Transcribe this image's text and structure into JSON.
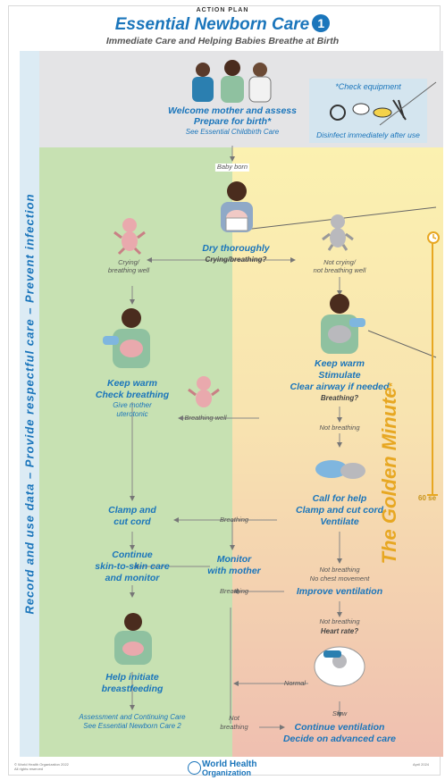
{
  "header": {
    "kicker": "ACTION PLAN",
    "title": "Essential Newborn Care",
    "number": "1",
    "subtitle": "Immediate Care and Helping Babies Breathe at Birth"
  },
  "side_banner": "Record and use data   –   Provide respectful care   –   Prevent infection",
  "equipment": {
    "title": "*Check equipment",
    "caption": "Disinfect immediately after use"
  },
  "steps": {
    "welcome": "Welcome mother and assess",
    "prepare": "Prepare for birth*",
    "childbirth_ref": "See Essential Childbirth Care",
    "baby_born": "Baby born",
    "dry": "Dry thoroughly",
    "crying_question": "Crying/breathing?",
    "crying_well_1": "Crying/",
    "crying_well_2": "breathing well",
    "not_crying_1": "Not crying/",
    "not_crying_2": "not breathing well",
    "keep_warm_left": "Keep warm",
    "check_breathing": "Check breathing",
    "give_mother_1": "Give mother",
    "give_mother_2": "uterotonic",
    "keep_warm_right": "Keep warm",
    "stimulate": "Stimulate",
    "clear_airway": "Clear airway if needed",
    "breathing_q": "Breathing?",
    "breathing_well": "Breathing well",
    "not_breathing_1": "Not breathing",
    "call_help": "Call for help",
    "clamp_cut_right": "Clamp and cut cord",
    "ventilate": "Ventilate",
    "breathing_1": "Breathing",
    "clamp_left_1": "Clamp and",
    "clamp_left_2": "cut cord",
    "monitor_1": "Monitor",
    "monitor_2": "with mother",
    "continue_skin_1": "Continue",
    "continue_skin_2": "skin-to-skin care",
    "continue_skin_3": "and monitor",
    "not_breathing_2": "Not breathing",
    "no_chest": "No chest movement",
    "breathing_2": "Breathing",
    "improve_vent": "Improve ventilation",
    "not_breathing_3": "Not breathing",
    "heart_rate": "Heart rate?",
    "help_1": "Help initiate",
    "help_2": "breastfeeding",
    "normal": "Normal",
    "slow": "Slow",
    "assess_1": "Assessment and Continuing Care",
    "assess_2": "See Essential Newborn Care 2",
    "not_breathing_4a": "Not",
    "not_breathing_4b": "breathing",
    "continue_vent": "Continue ventilation",
    "decide": "Decide on advanced care"
  },
  "golden_minute": "The Golden Minute",
  "golden_star": "*",
  "sixty_sec": "60 se",
  "footer": {
    "copyright_1": "© World Health Organization 2022",
    "copyright_2": "All rights reserved",
    "date": "April 2024",
    "org_1": "World Health",
    "org_2": "Organization"
  },
  "colors": {
    "blue": "#1a75bb",
    "green_zone": "#c7e1b2",
    "yellow_zone": "#fbf1b0",
    "red_zone": "#efbfb0",
    "gold": "#e7a722"
  }
}
